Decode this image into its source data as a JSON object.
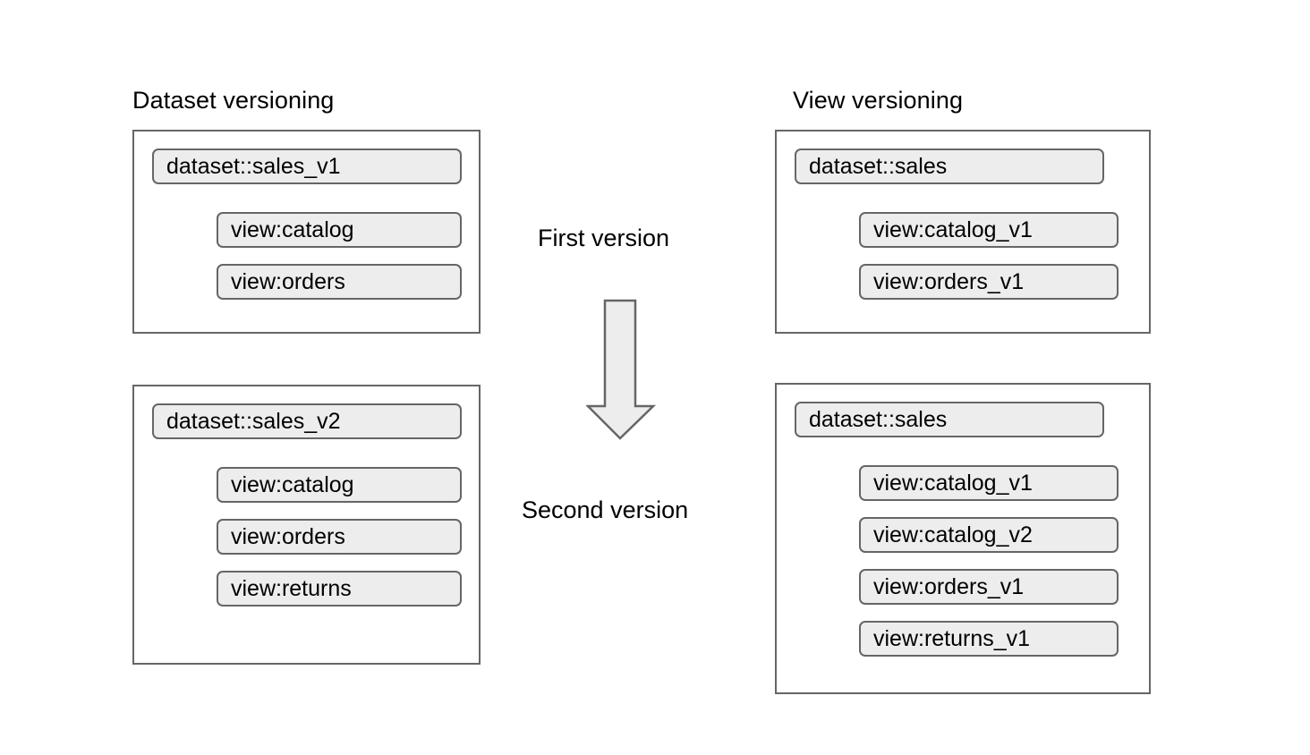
{
  "diagram": {
    "columns": [
      {
        "title": "Dataset versioning",
        "groups": [
          {
            "dataset": "dataset::sales_v1",
            "views": [
              "view:catalog",
              "view:orders"
            ]
          },
          {
            "dataset": "dataset::sales_v2",
            "views": [
              "view:catalog",
              "view:orders",
              "view:returns"
            ]
          }
        ]
      },
      {
        "title": "View versioning",
        "groups": [
          {
            "dataset": "dataset::sales",
            "views": [
              "view:catalog_v1",
              "view:orders_v1"
            ]
          },
          {
            "dataset": "dataset::sales",
            "views": [
              "view:catalog_v1",
              "view:catalog_v2",
              "view:orders_v1",
              "view:returns_v1"
            ]
          }
        ]
      }
    ],
    "stage_labels": {
      "first": "First version",
      "second": "Second version"
    },
    "arrow": {
      "icon": "down-block-arrow-icon",
      "direction": "down",
      "fill": "#ededed",
      "stroke": "#666666"
    },
    "colors": {
      "background": "#ffffff",
      "box_border": "#666666",
      "pill_fill": "#ededed",
      "pill_border": "#666666",
      "text": "#000000"
    }
  }
}
